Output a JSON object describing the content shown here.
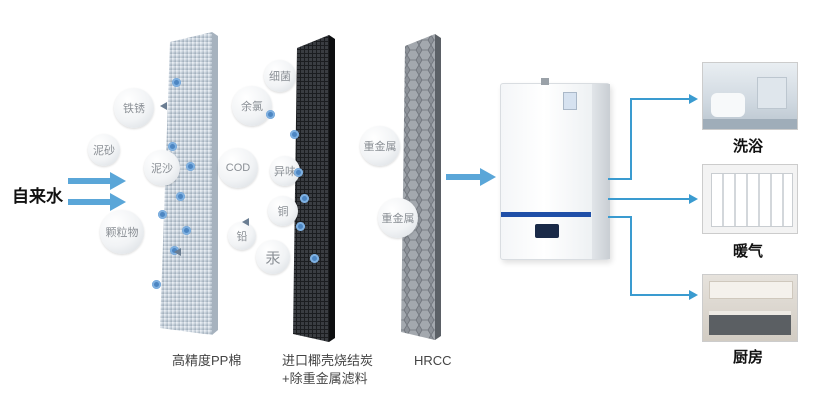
{
  "input_label": "自来水",
  "filters": [
    {
      "name": "pp-cotton",
      "caption": [
        "高精度PP棉"
      ]
    },
    {
      "name": "activated-carbon",
      "caption": [
        "进口椰壳烧结炭",
        "+除重金属滤料"
      ]
    },
    {
      "name": "hrcc",
      "caption": [
        "HRCC"
      ]
    }
  ],
  "contaminants": [
    "铁锈",
    "泥砂",
    "泥沙",
    "颗粒物",
    "余氯",
    "COD",
    "细菌",
    "异味",
    "铜",
    "铅",
    "汞",
    "重金属",
    "重金属"
  ],
  "outputs": [
    "洗浴",
    "暖气",
    "厨房"
  ],
  "colors": {
    "arrow": "#5aa6d8",
    "pipe": "#3a9bd0",
    "particle": "#4d86c2"
  }
}
